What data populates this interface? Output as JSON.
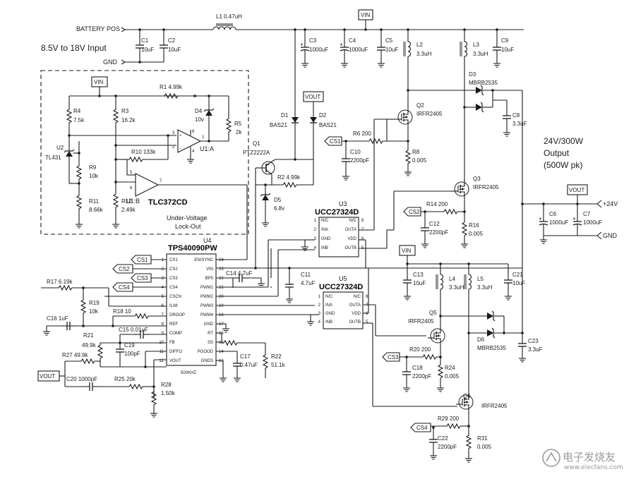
{
  "power": {
    "battery_pos": "BATTERY POS",
    "gnd": "GND",
    "input_range": "8.5V to 18V Input",
    "vin": "VIN",
    "vout": "VOUT",
    "output_rating_1": "24V/300W",
    "output_rating_2": "Output",
    "output_rating_3": "(500W pk)",
    "plus24": "+24V",
    "gnd_out": "GND"
  },
  "uvlo": {
    "label_1": "Under-Voltage",
    "label_2": "Lock-Out"
  },
  "ics": {
    "u4_ref": "U4",
    "u4_name": "TPS40090PW",
    "u4_freq": "500KHZ",
    "u3_ref": "U3",
    "u3_name": "UCC27324D",
    "u5_ref": "U5",
    "u5_name": "UCC27324D",
    "u1a": "U1:A",
    "u1b": "U1:B",
    "u1_name": "TLC372CD",
    "u2_ref": "U2",
    "u2_name": "TL431"
  },
  "u4_pins_left": [
    {
      "num": "1",
      "name": "CS1"
    },
    {
      "num": "2",
      "name": "CS2"
    },
    {
      "num": "3",
      "name": "CS3"
    },
    {
      "num": "4",
      "name": "CS4"
    },
    {
      "num": "5",
      "name": "CSCN"
    },
    {
      "num": "6",
      "name": "ILIM"
    },
    {
      "num": "7",
      "name": "DROOP"
    },
    {
      "num": "8",
      "name": "REF"
    },
    {
      "num": "9",
      "name": "COMP"
    },
    {
      "num": "10",
      "name": "FB"
    },
    {
      "num": "11",
      "name": "DIFFO"
    },
    {
      "num": "12",
      "name": "VOUT"
    }
  ],
  "u4_pins_right": [
    {
      "num": "24",
      "name": "EN/SYNC"
    },
    {
      "num": "23",
      "name": "VIN"
    },
    {
      "num": "22",
      "name": "BP5"
    },
    {
      "num": "21",
      "name": "PWM1"
    },
    {
      "num": "20",
      "name": "PWM2"
    },
    {
      "num": "19",
      "name": "PWM3"
    },
    {
      "num": "18",
      "name": "PWM4"
    },
    {
      "num": "17",
      "name": "GND"
    },
    {
      "num": "16",
      "name": "RT"
    },
    {
      "num": "15",
      "name": "SS"
    },
    {
      "num": "14",
      "name": "PGOOD"
    },
    {
      "num": "13",
      "name": "GNDS"
    }
  ],
  "u3_pins_left": [
    {
      "num": "1",
      "name": "N/C"
    },
    {
      "num": "2",
      "name": "INA"
    },
    {
      "num": "3",
      "name": "GND"
    },
    {
      "num": "4",
      "name": "INB"
    }
  ],
  "u3_pins_right": [
    {
      "num": "8",
      "name": "N/C"
    },
    {
      "num": "7",
      "name": "OUTA"
    },
    {
      "num": "6",
      "name": "VDD"
    },
    {
      "num": "5",
      "name": "OUTB"
    }
  ],
  "u1_pins": [
    "3",
    "2",
    "8",
    "1",
    "4",
    "5",
    "6",
    "7"
  ],
  "cs": [
    "CS1",
    "CS2",
    "CS3",
    "CS4"
  ],
  "parts": {
    "L1": "L1  0.47uH",
    "C1": "C1",
    "C1v": "10uF",
    "C2": "C2",
    "C2v": "10uF",
    "C3": "C3",
    "C3v": "1000uF",
    "C4": "C4",
    "C4v": "1000uF",
    "C5": "C5",
    "C5v": "10uF",
    "L2": "L2",
    "L2v": "3.3uH",
    "L3": "L3",
    "L3v": "3.3uH",
    "C9": "C9",
    "C9v": "10uF",
    "D3": "D3",
    "D3v": "MBRB2535",
    "C8": "C8",
    "C8v": "3.3uF",
    "Q2": "Q2",
    "Q2v": "IRFR2405",
    "Q3": "Q3",
    "Q3v": "IRFR2405",
    "Q1": "Q1",
    "Q1v": "PTZ2222A",
    "D1": "D1",
    "D1v": "BAS21",
    "D2": "D2",
    "D2v": "BAS21",
    "R6": "R6  200",
    "C10": "C10",
    "C10v": "2200pF",
    "R8": "R8",
    "R8v": "0.005",
    "R2": "R2  4.99k",
    "D5": "D5",
    "D5v": "6.8v",
    "R1": "R1  4.99k",
    "R4": "R4",
    "R4v": "7.5k",
    "R3": "R3",
    "R3v": "16.2k",
    "D4": "D4",
    "D4v": "10v",
    "R5": "R5",
    "R5v": "2k",
    "R9": "R9",
    "R9v": "10k",
    "R10": "R10  133k",
    "R11": "R11",
    "R11v": "8.66k",
    "R12": "R12",
    "R12v": "2.49k",
    "R14": "R14  200",
    "C12": "C12",
    "C12v": "2200pF",
    "R16": "R16",
    "R16v": "0.005",
    "C6": "C6",
    "C6v": "1000uF",
    "C7": "C7",
    "C7v": "1000uF",
    "C14": "C14  4.7uF",
    "C11": "C11",
    "C11v": "4.7uF",
    "C13": "C13",
    "C13v": "10uF",
    "L4": "L4",
    "L4v": "3.3uH",
    "L5": "L5",
    "L5v": "3.3uH",
    "C21": "C21",
    "C21v": "10uF",
    "Q5": "Q5",
    "Q5v": "IRFR2405",
    "D6": "D6",
    "D6v": "MBRB2535",
    "C23": "C23",
    "C23v": "3.3uF",
    "R20": "R20  200",
    "C18": "C18",
    "C18v": "2200pF",
    "R24": "R24",
    "R24v": "0.005",
    "Q6": "Q6",
    "Q6v": "IRFR2405",
    "R29": "R29  200",
    "C22": "C22",
    "C22v": "2200pF",
    "R31": "R31",
    "R31v": "0.005",
    "R17": "R17  6.19k",
    "R19": "R19",
    "R19v": "10k",
    "C16": "C16  1uF",
    "R18": "R18   10",
    "C15": "C15  0.01uF",
    "R21": "R21",
    "R21v": "49.9k",
    "C19": "C19",
    "C19v": "100pF",
    "R27": "R27  49.9k",
    "C20": "C20  1000pF",
    "R25": "R25  20k",
    "R28": "R28",
    "R28v": "1.50k",
    "C17": "C17",
    "C17v": "0.47uF",
    "R22": "R22",
    "R22v": "51.1k"
  },
  "watermark": {
    "main": "电子发烧友",
    "url": "www.elecfans.com"
  }
}
